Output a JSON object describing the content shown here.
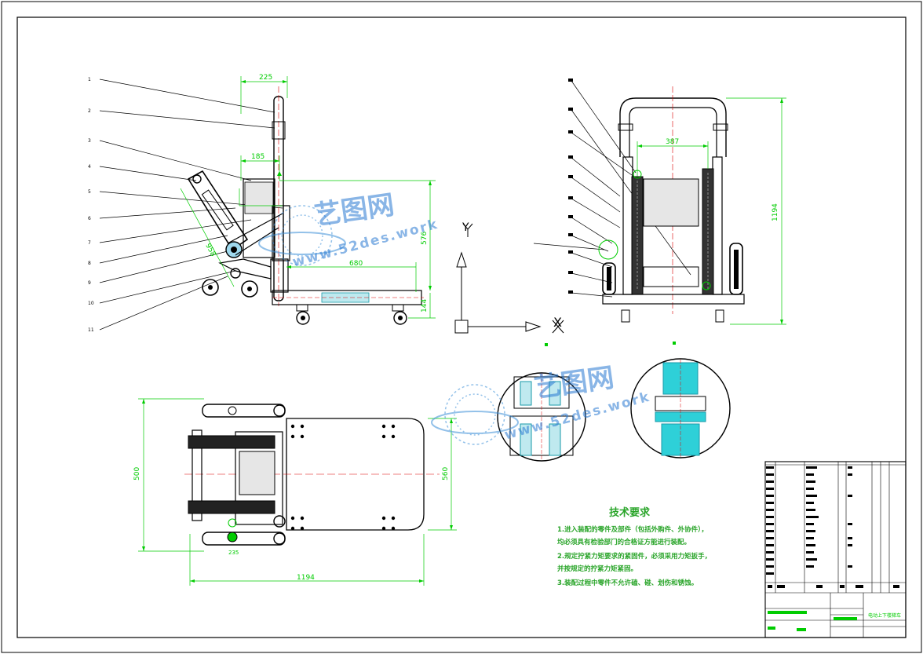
{
  "dimensions": {
    "side_top_width": "225",
    "side_mid_width": "185",
    "side_base_length": "680",
    "side_height_upper": "576",
    "side_height_lower": "144",
    "side_diag": "958",
    "front_width": "387",
    "front_height": "1194",
    "top_width": "1194",
    "top_height_left": "500",
    "top_height_right": "560",
    "top_small": "235"
  },
  "axis": {
    "x_label": "X",
    "y_label": "Y"
  },
  "part_labels": [
    "1",
    "2",
    "3",
    "4",
    "5",
    "6",
    "7",
    "8",
    "9",
    "10",
    "11"
  ],
  "tech_requirements": {
    "title": "技术要求",
    "lines": [
      "1.进入装配的零件及部件（包括外购件、外协件），",
      "   均必须具有检验部门的合格证方能进行装配。",
      "2.规定拧紧力矩要求的紧固件，必须采用力矩扳手，",
      "   并按规定的拧紧力矩紧固。",
      "3.装配过程中零件不允许磕、碰、划伤和锈蚀。"
    ]
  },
  "title_block": {
    "drawing_name": "电动上下楼梯车"
  },
  "watermark": {
    "brand": "艺图网",
    "url": "www.52des.work"
  },
  "colors": {
    "frame": "#000000",
    "dimension": "#00cc00",
    "centerline": "#dd0000",
    "accent": "#00cccc"
  }
}
